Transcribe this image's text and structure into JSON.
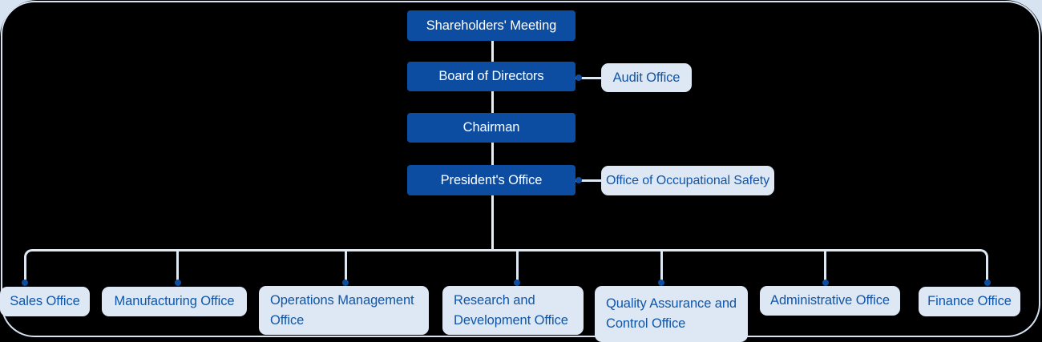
{
  "diagram_type": "organizational-chart",
  "nodes": {
    "shareholders": {
      "label": "Shareholders' Meeting"
    },
    "board": {
      "label": "Board of Directors"
    },
    "audit": {
      "label": "Audit Office"
    },
    "chairman": {
      "label": "Chairman"
    },
    "president": {
      "label": "President's Office"
    },
    "occupational": {
      "label": "Office of Occupational Safety"
    },
    "dept_sales": {
      "label": "Sales Office"
    },
    "dept_manufacturing": {
      "label": "Manufacturing Office"
    },
    "dept_operations": {
      "label": "Operations Management Office"
    },
    "dept_rnd": {
      "label": "Research and Development Office"
    },
    "dept_quality": {
      "label": "Quality Assurance and Control Office"
    },
    "dept_admin": {
      "label": "Administrative Office"
    },
    "dept_finance": {
      "label": "Finance Office"
    }
  },
  "hierarchy": {
    "chain": [
      "Shareholders' Meeting",
      "Board of Directors",
      "Chairman",
      "President's Office"
    ],
    "side_reports": [
      {
        "parent": "Board of Directors",
        "child": "Audit Office"
      },
      {
        "parent": "President's Office",
        "child": "Office of Occupational Safety"
      }
    ],
    "departments_under_president": [
      "Sales Office",
      "Manufacturing Office",
      "Operations Management Office",
      "Research and Development Office",
      "Quality Assurance and Control Office",
      "Administrative Office",
      "Finance Office"
    ]
  },
  "colors": {
    "background": "#000000",
    "frame_border": "#d7e3f1",
    "primary_box": "#0c4da1",
    "primary_box_text": "#ffffff",
    "light_box": "#dde8f4",
    "light_box_text": "#0f56a9",
    "connector_chain": "#e9eff8",
    "connector_tree": "#dee8f3",
    "connector_dot": "#0c4da1"
  }
}
